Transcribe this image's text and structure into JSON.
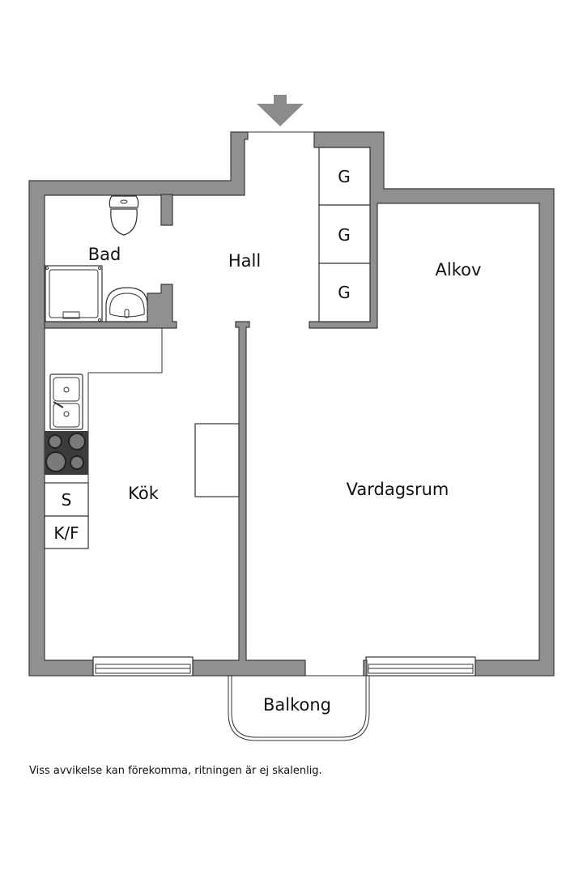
{
  "plan": {
    "entrance_indicator": "entrance-arrow",
    "colors": {
      "wall": "#8f9191",
      "wall_outline": "#3a3a3a",
      "stove": "#3c3c3c",
      "background": "#ffffff"
    },
    "rooms": {
      "bad": "Bad",
      "hall": "Hall",
      "alkov": "Alkov",
      "kok": "Kök",
      "vardagsrum": "Vardagsrum",
      "balkong": "Balkong"
    },
    "closets": [
      "G",
      "G",
      "G"
    ],
    "kitchen_units": {
      "stove_cabinet": "S",
      "fridge_freezer": "K/F"
    }
  },
  "footer": {
    "disclaimer": "Viss avvikelse kan förekomma, ritningen är ej skalenlig."
  }
}
